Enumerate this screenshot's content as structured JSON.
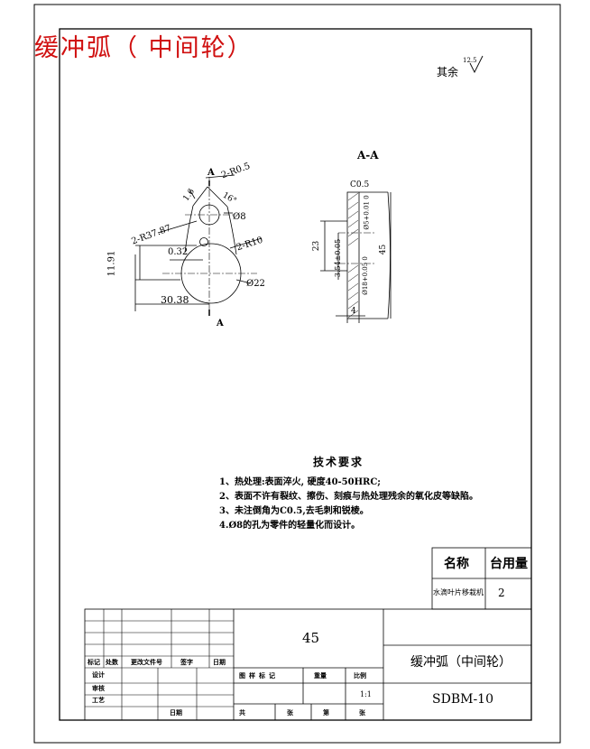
{
  "header": {
    "red_title": "缓冲弧（ 中间轮）",
    "surface_note": "其余",
    "surface_value": "12.5"
  },
  "front_view": {
    "section_mark": "A",
    "dim_r05": "2-R0.5",
    "dim_angle": "16°",
    "dim_dia8": "Ø8",
    "dim_r37": "2-R37.87",
    "dim_032": "0.32",
    "dim_r10": "2-R10",
    "dim_1191": "11.91",
    "dim_dia22": "Ø22",
    "dim_3038": "30.38",
    "dim_16": "1.6"
  },
  "section_view": {
    "title": "A-A",
    "dim_c05": "C0.5",
    "dim_23": "23",
    "dim_45": "45",
    "dim_354": "3.54±0.05",
    "dim_4": "4",
    "dim_dia5": "Ø5+0.01 0",
    "dim_dia18": "Ø18+0.05 0"
  },
  "requirements": {
    "title": "技术要求",
    "items": [
      "1、热处理:表面淬火, 硬度40-50HRC;",
      "2、表面不许有裂纹、擦伤、刻痕与热处理残余的氧化皮等缺陷。",
      "3、未注倒角为C0.5,去毛刺和锐棱。",
      "4.Ø8的孔为零件的轻量化而设计。"
    ]
  },
  "parts_table": {
    "col_name": "名称",
    "col_qty": "台用量",
    "name": "水滴叶片移栽机",
    "qty": "2"
  },
  "title_block": {
    "material": "45",
    "part_name": "缓冲弧（中间轮）",
    "drawing_no": "SDBM-10",
    "scale": "1:1",
    "labels": {
      "mark": "标记",
      "count": "处数",
      "doc_no": "更改文件号",
      "sign": "签字",
      "date": "日期",
      "design": "设计",
      "review": "审核",
      "process": "工艺",
      "date2": "日期",
      "stage": "图样标记",
      "weight": "重量",
      "ratio": "比例",
      "total": "共",
      "sheet_word": "张",
      "page": "第",
      "page_sheet": "张"
    }
  }
}
